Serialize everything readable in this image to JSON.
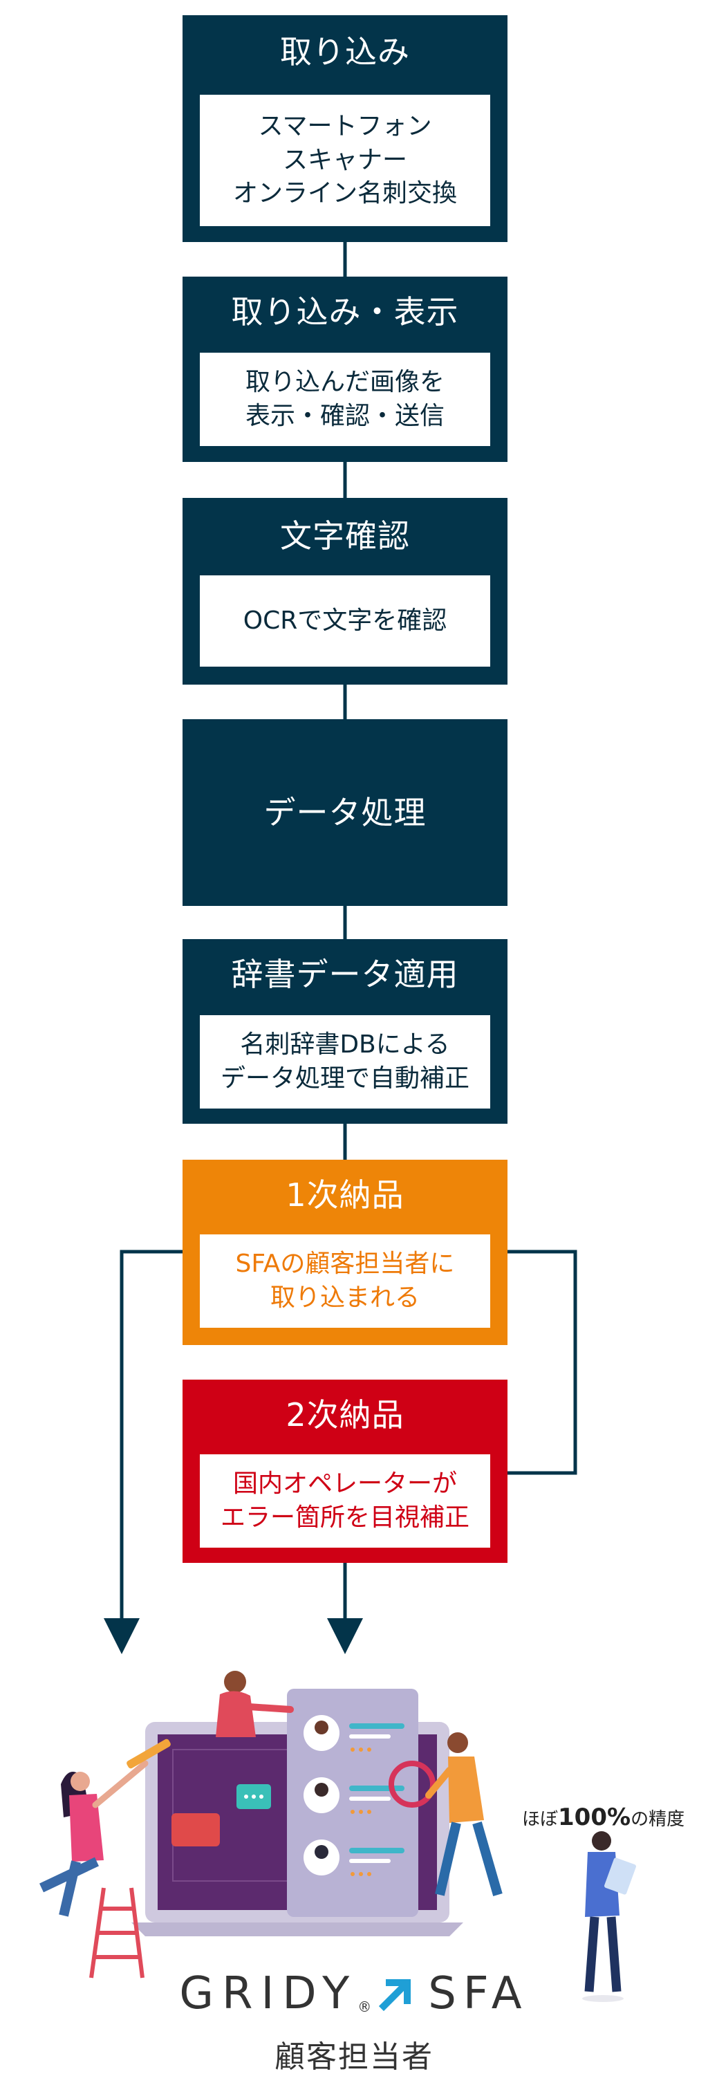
{
  "steps": [
    {
      "title": "取り込み",
      "lines": [
        "スマートフォン",
        "スキャナー",
        "オンライン名刺交換"
      ],
      "color": "#03344a"
    },
    {
      "title": "取り込み・表示",
      "lines": [
        "取り込んだ画像を",
        "表示・確認・送信"
      ],
      "color": "#03344a"
    },
    {
      "title": "文字確認",
      "lines": [
        "OCRで文字を確認"
      ],
      "color": "#03344a"
    },
    {
      "title": "データ処理",
      "lines": [],
      "color": "#03344a"
    },
    {
      "title": "辞書データ適用",
      "lines": [
        "名刺辞書DBによる",
        "データ処理で自動補正"
      ],
      "color": "#03344a"
    },
    {
      "title": "1次納品",
      "lines": [
        "SFAの顧客担当者に",
        "取り込まれる"
      ],
      "color": "#ee8508"
    },
    {
      "title": "2次納品",
      "lines": [
        "国内オペレーターが",
        "エラー箇所を目視補正"
      ],
      "color": "#cf0015"
    }
  ],
  "accuracy": {
    "prefix": "ほぼ",
    "value": "100%",
    "suffix": "の精度"
  },
  "brand": {
    "gridy": "GRIDY",
    "sfa": "SFA",
    "registered": "®"
  },
  "audience": "顧客担当者",
  "colors": {
    "navy": "#03344a",
    "orange": "#ee8508",
    "red": "#cf0015",
    "brand_arrow": "#1f9fd6"
  }
}
